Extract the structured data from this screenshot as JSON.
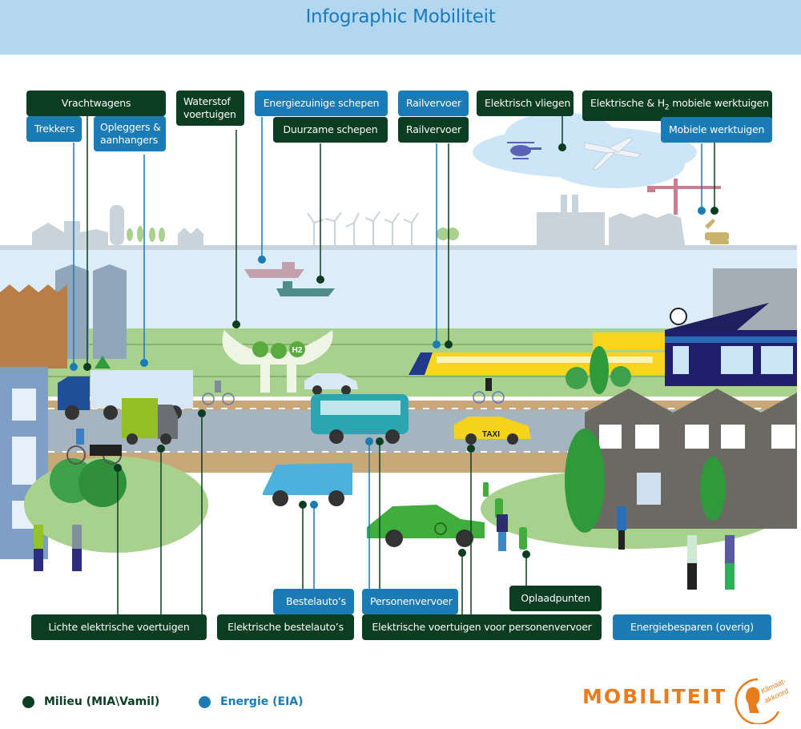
{
  "header": {
    "title": "Infographic Mobiliteit"
  },
  "colors": {
    "milieu": "#0b3d20",
    "energie": "#1a7bb5",
    "brand": "#e97d1e",
    "header_bg": "#b3d7ef"
  },
  "labels": {
    "vrachtwagens": "Vrachtwagens",
    "trekkers": "Trekkers",
    "opleggers_line1": "Opleggers &",
    "opleggers_line2": "aanhangers",
    "waterstof_line1": "Waterstof",
    "waterstof_line2": "voertuigen",
    "energiezuinige_schepen": "Energiezuinige schepen",
    "duurzame_schepen": "Duurzame schepen",
    "railvervoer_energie": "Railvervoer",
    "railvervoer_milieu": "Railvervoer",
    "elektrisch_vliegen": "Elektrisch vliegen",
    "mobiele_werktuigen_h2_pre": "Elektrische & H",
    "mobiele_werktuigen_h2_sub": "2",
    "mobiele_werktuigen_h2_post": " mobiele werktuigen",
    "mobiele_werktuigen": "Mobiele werktuigen",
    "bestelautos": "Bestelauto’s",
    "personenvervoer": "Personenvervoer",
    "oplaadpunten": "Oplaadpunten",
    "lichte_elektrische_voertuigen": "Lichte elektrische voertuigen",
    "elektrische_bestelautos": "Elektrische bestelauto’s",
    "elektrische_voertuigen_personenvervoer": "Elektrische voertuigen voor personenvervoer",
    "energiebesparen_overig": "Energiebesparen (overig)"
  },
  "scene": {
    "taxi_sign": "TAXI",
    "h2_sign": "H2"
  },
  "legend": [
    {
      "label": "Milieu (MIA\\Vamil)",
      "category": "milieu"
    },
    {
      "label": "Energie (EIA)",
      "category": "energie"
    }
  ],
  "brand": {
    "label": "MOBILITEIT",
    "logo_line1": "Klimaat-",
    "logo_line2": "akkoord"
  }
}
